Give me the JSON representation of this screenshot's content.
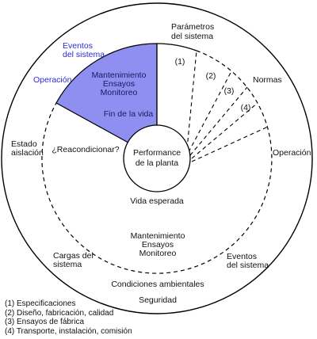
{
  "outer_labels": {
    "parametros": [
      "Parámetros",
      "del sistema"
    ],
    "normas": "Normas",
    "operacion_right": "Operación",
    "eventos_bottom_right": [
      "Eventos",
      "del sistema"
    ],
    "condiciones": "Condiciones ambientales",
    "seguridad": "Seguridad",
    "cargas": [
      "Cargas del",
      "sistema"
    ],
    "estado": [
      "Estado",
      "aislación"
    ],
    "eventos_top_left": [
      "Eventos",
      "del sistema"
    ],
    "operacion_left": "Operación"
  },
  "wedge_labels": {
    "mantenimiento_top": [
      "Mantenimiento",
      "Ensayos",
      "Monitoreo"
    ],
    "fin_vida": "Fin de la vida"
  },
  "inner_labels": {
    "reacondicionar": "¿Reacondicionar?",
    "vida_esperada": "Vida esperada",
    "mantenimiento_bottom": [
      "Mantenimiento",
      "Ensayos",
      "Monitoreo"
    ],
    "center": [
      "Performance",
      "de la planta"
    ]
  },
  "segment_numbers": [
    "(1)",
    "(2)",
    "(3)",
    "(4)"
  ],
  "legend": [
    "(1) Especificaciones",
    "(2) Diseño, fabricación, calidad",
    "(3) Ensayos de fábrica",
    "(4) Transporte, instalación, comisión"
  ],
  "colors": {
    "wedge_fill": "#8f8ff2",
    "blue_text": "#2b2bd6",
    "wedge_text": "#1a1a5a",
    "stroke": "#000000"
  }
}
